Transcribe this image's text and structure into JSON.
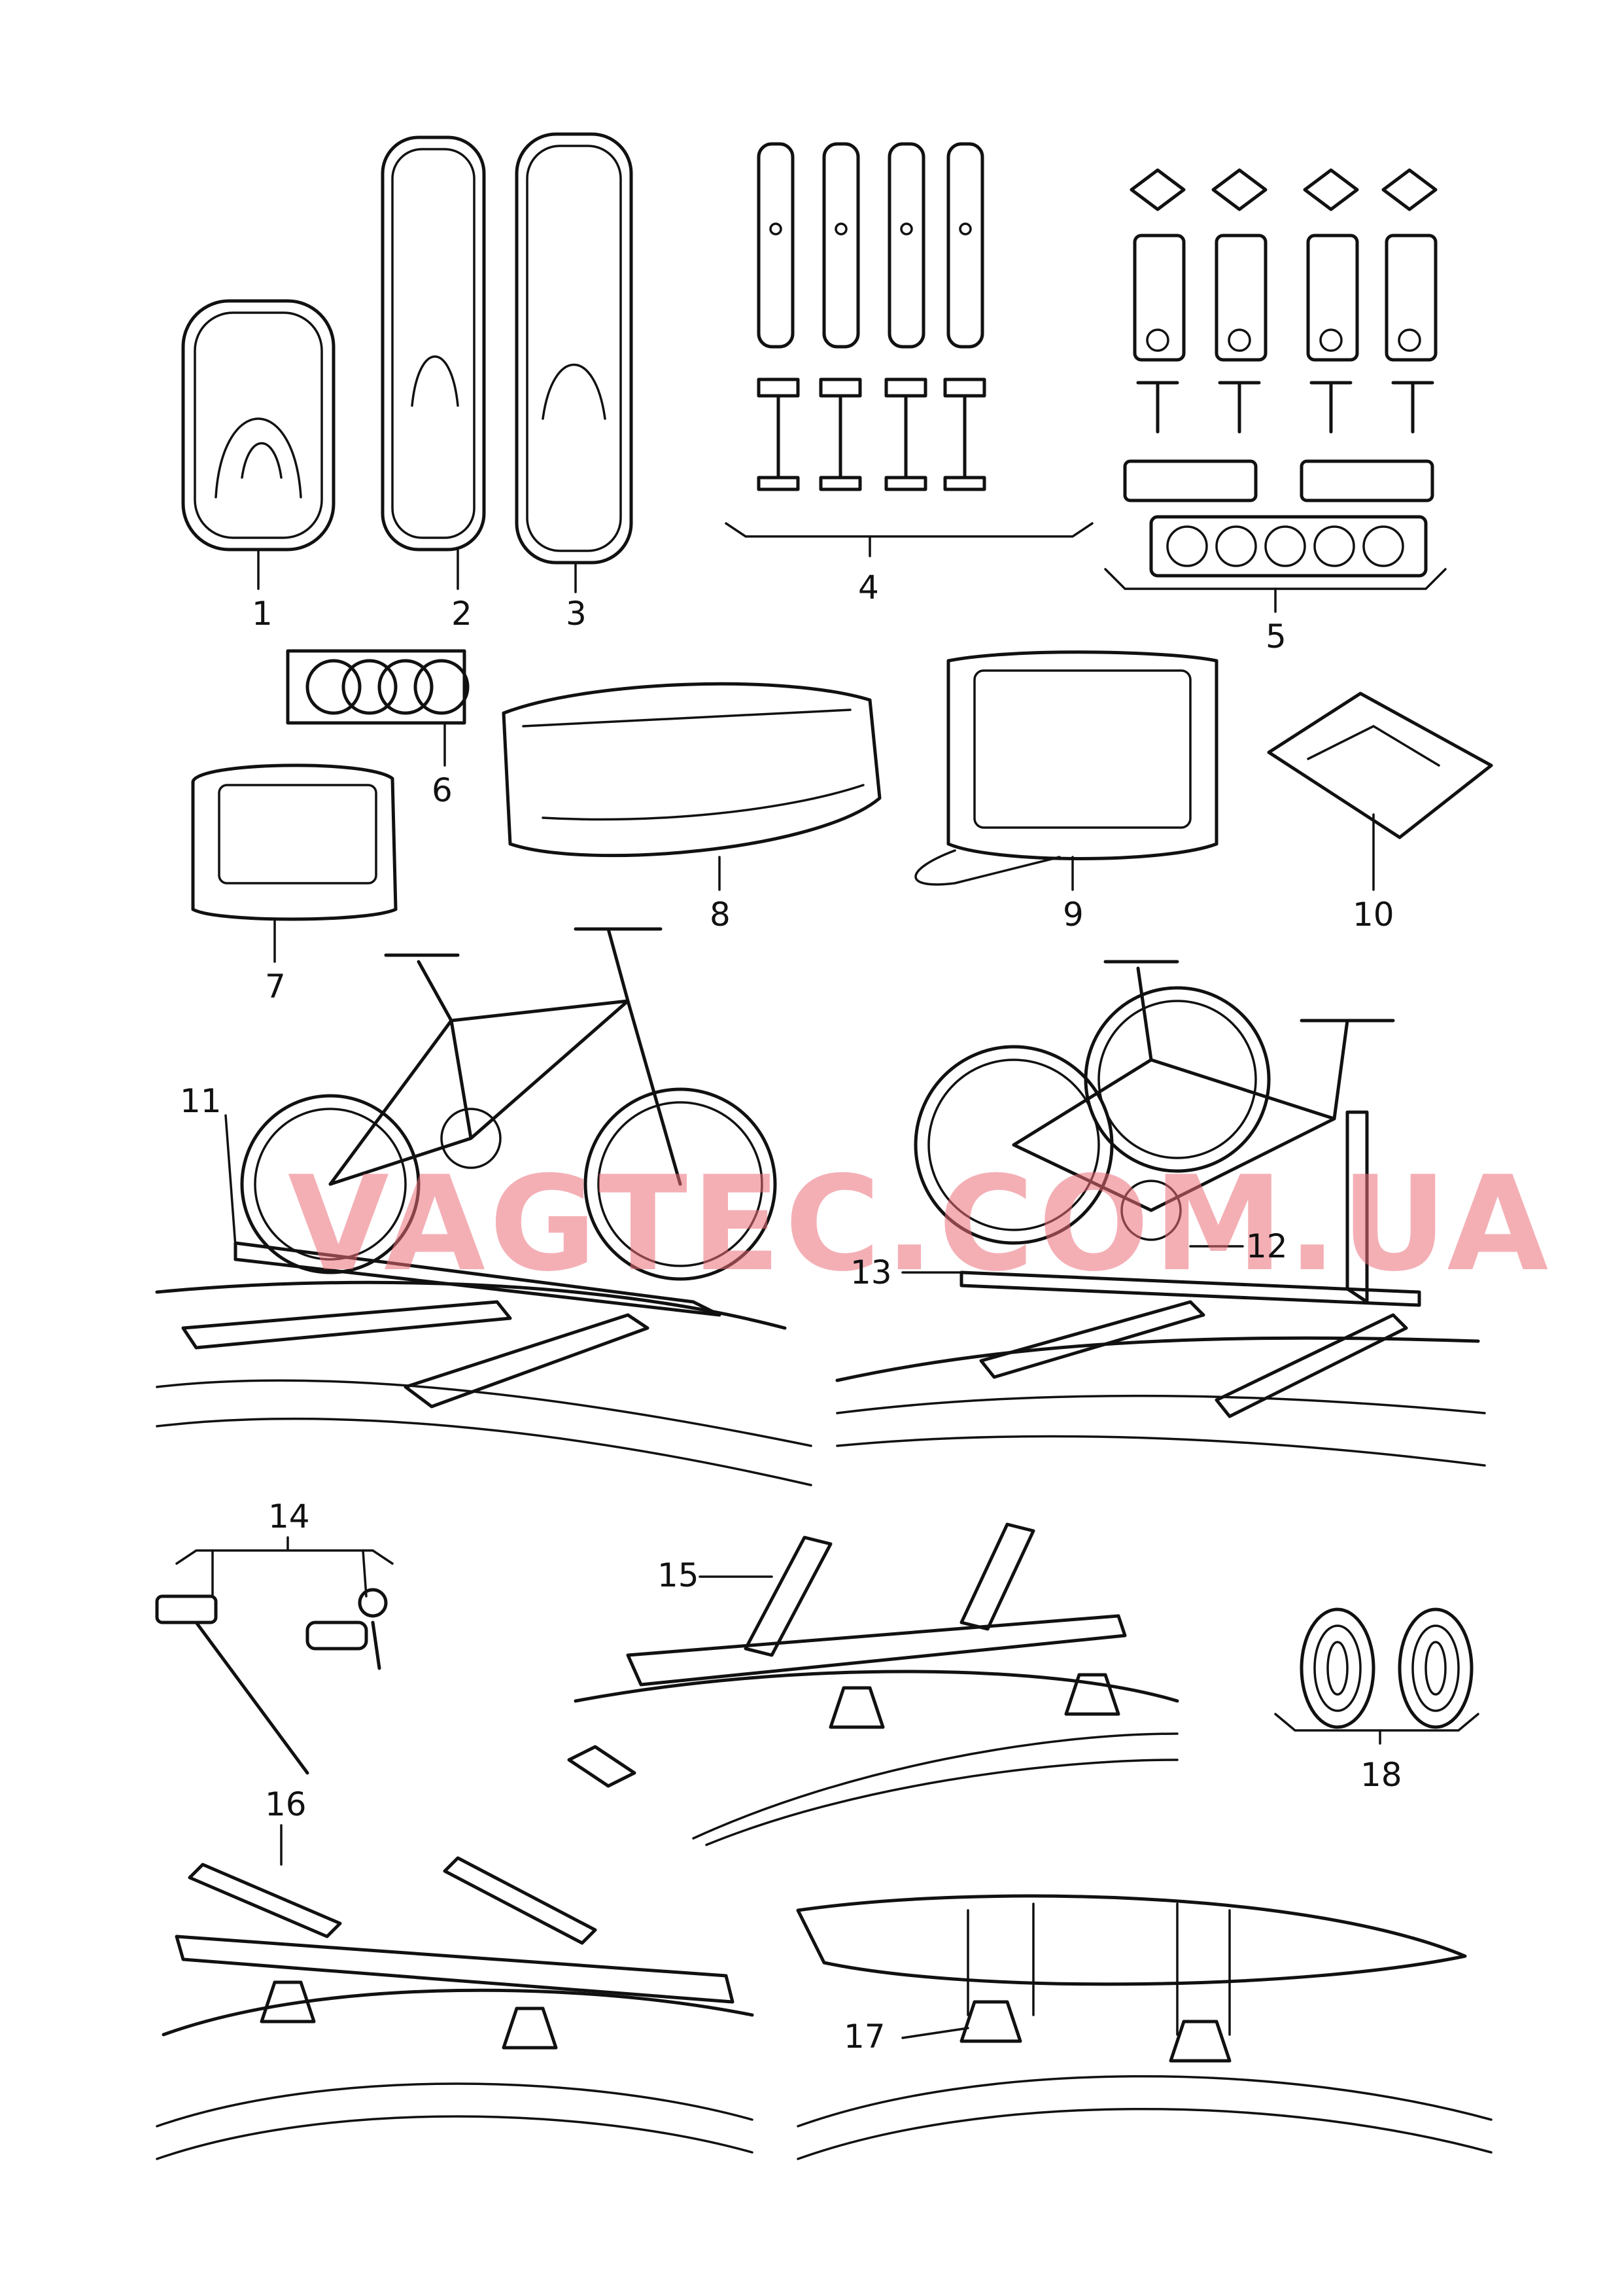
{
  "callouts": {
    "c1": "1",
    "c2": "2",
    "c3": "3",
    "c4": "4",
    "c5": "5",
    "c6": "6",
    "c7": "7",
    "c8": "8",
    "c9": "9",
    "c10": "10",
    "c11": "11",
    "c12": "12",
    "c13": "13",
    "c14": "14",
    "c15": "15",
    "c16": "16",
    "c17": "17",
    "c18": "18"
  },
  "watermark": "VAGTEC.COM.UA",
  "colors": {
    "line": "#111111",
    "watermark": "#eb6e78",
    "background": "#ffffff"
  }
}
